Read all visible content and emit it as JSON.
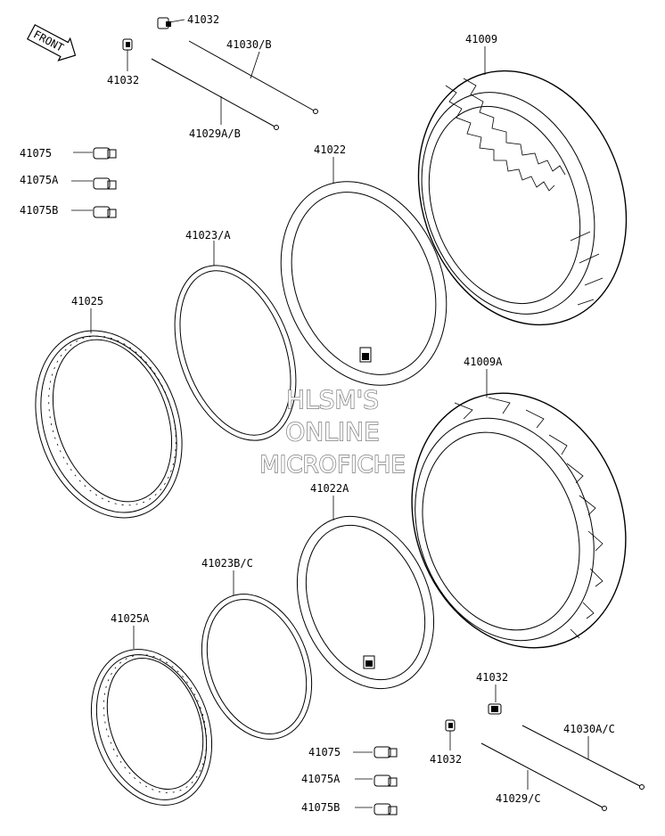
{
  "labels": {
    "l41032_a": "41032",
    "l41032_b": "41032",
    "l41030b": "41030/B",
    "l41029ab": "41029A/B",
    "l41009": "41009",
    "l41075_a": "41075",
    "l41075a_a": "41075A",
    "l41075b_a": "41075B",
    "l41022": "41022",
    "l41023a": "41023/A",
    "l41025": "41025",
    "l41009a": "41009A",
    "l41022a": "41022A",
    "l41023bc": "41023B/C",
    "l41025a": "41025A",
    "l41032_c": "41032",
    "l41032_d": "41032",
    "l41030ac": "41030A/C",
    "l41029c": "41029/C",
    "l41075_b": "41075",
    "l41075a_b": "41075A",
    "l41075b_b": "41075B"
  },
  "front_badge": "FRONT",
  "watermark": {
    "line1": "HLSM'S",
    "line2": "ONLINE",
    "line3": "MICROFICHE"
  },
  "colors": {
    "ink": "#000000",
    "background": "#ffffff",
    "watermark_outline": "#7a7a7a"
  }
}
